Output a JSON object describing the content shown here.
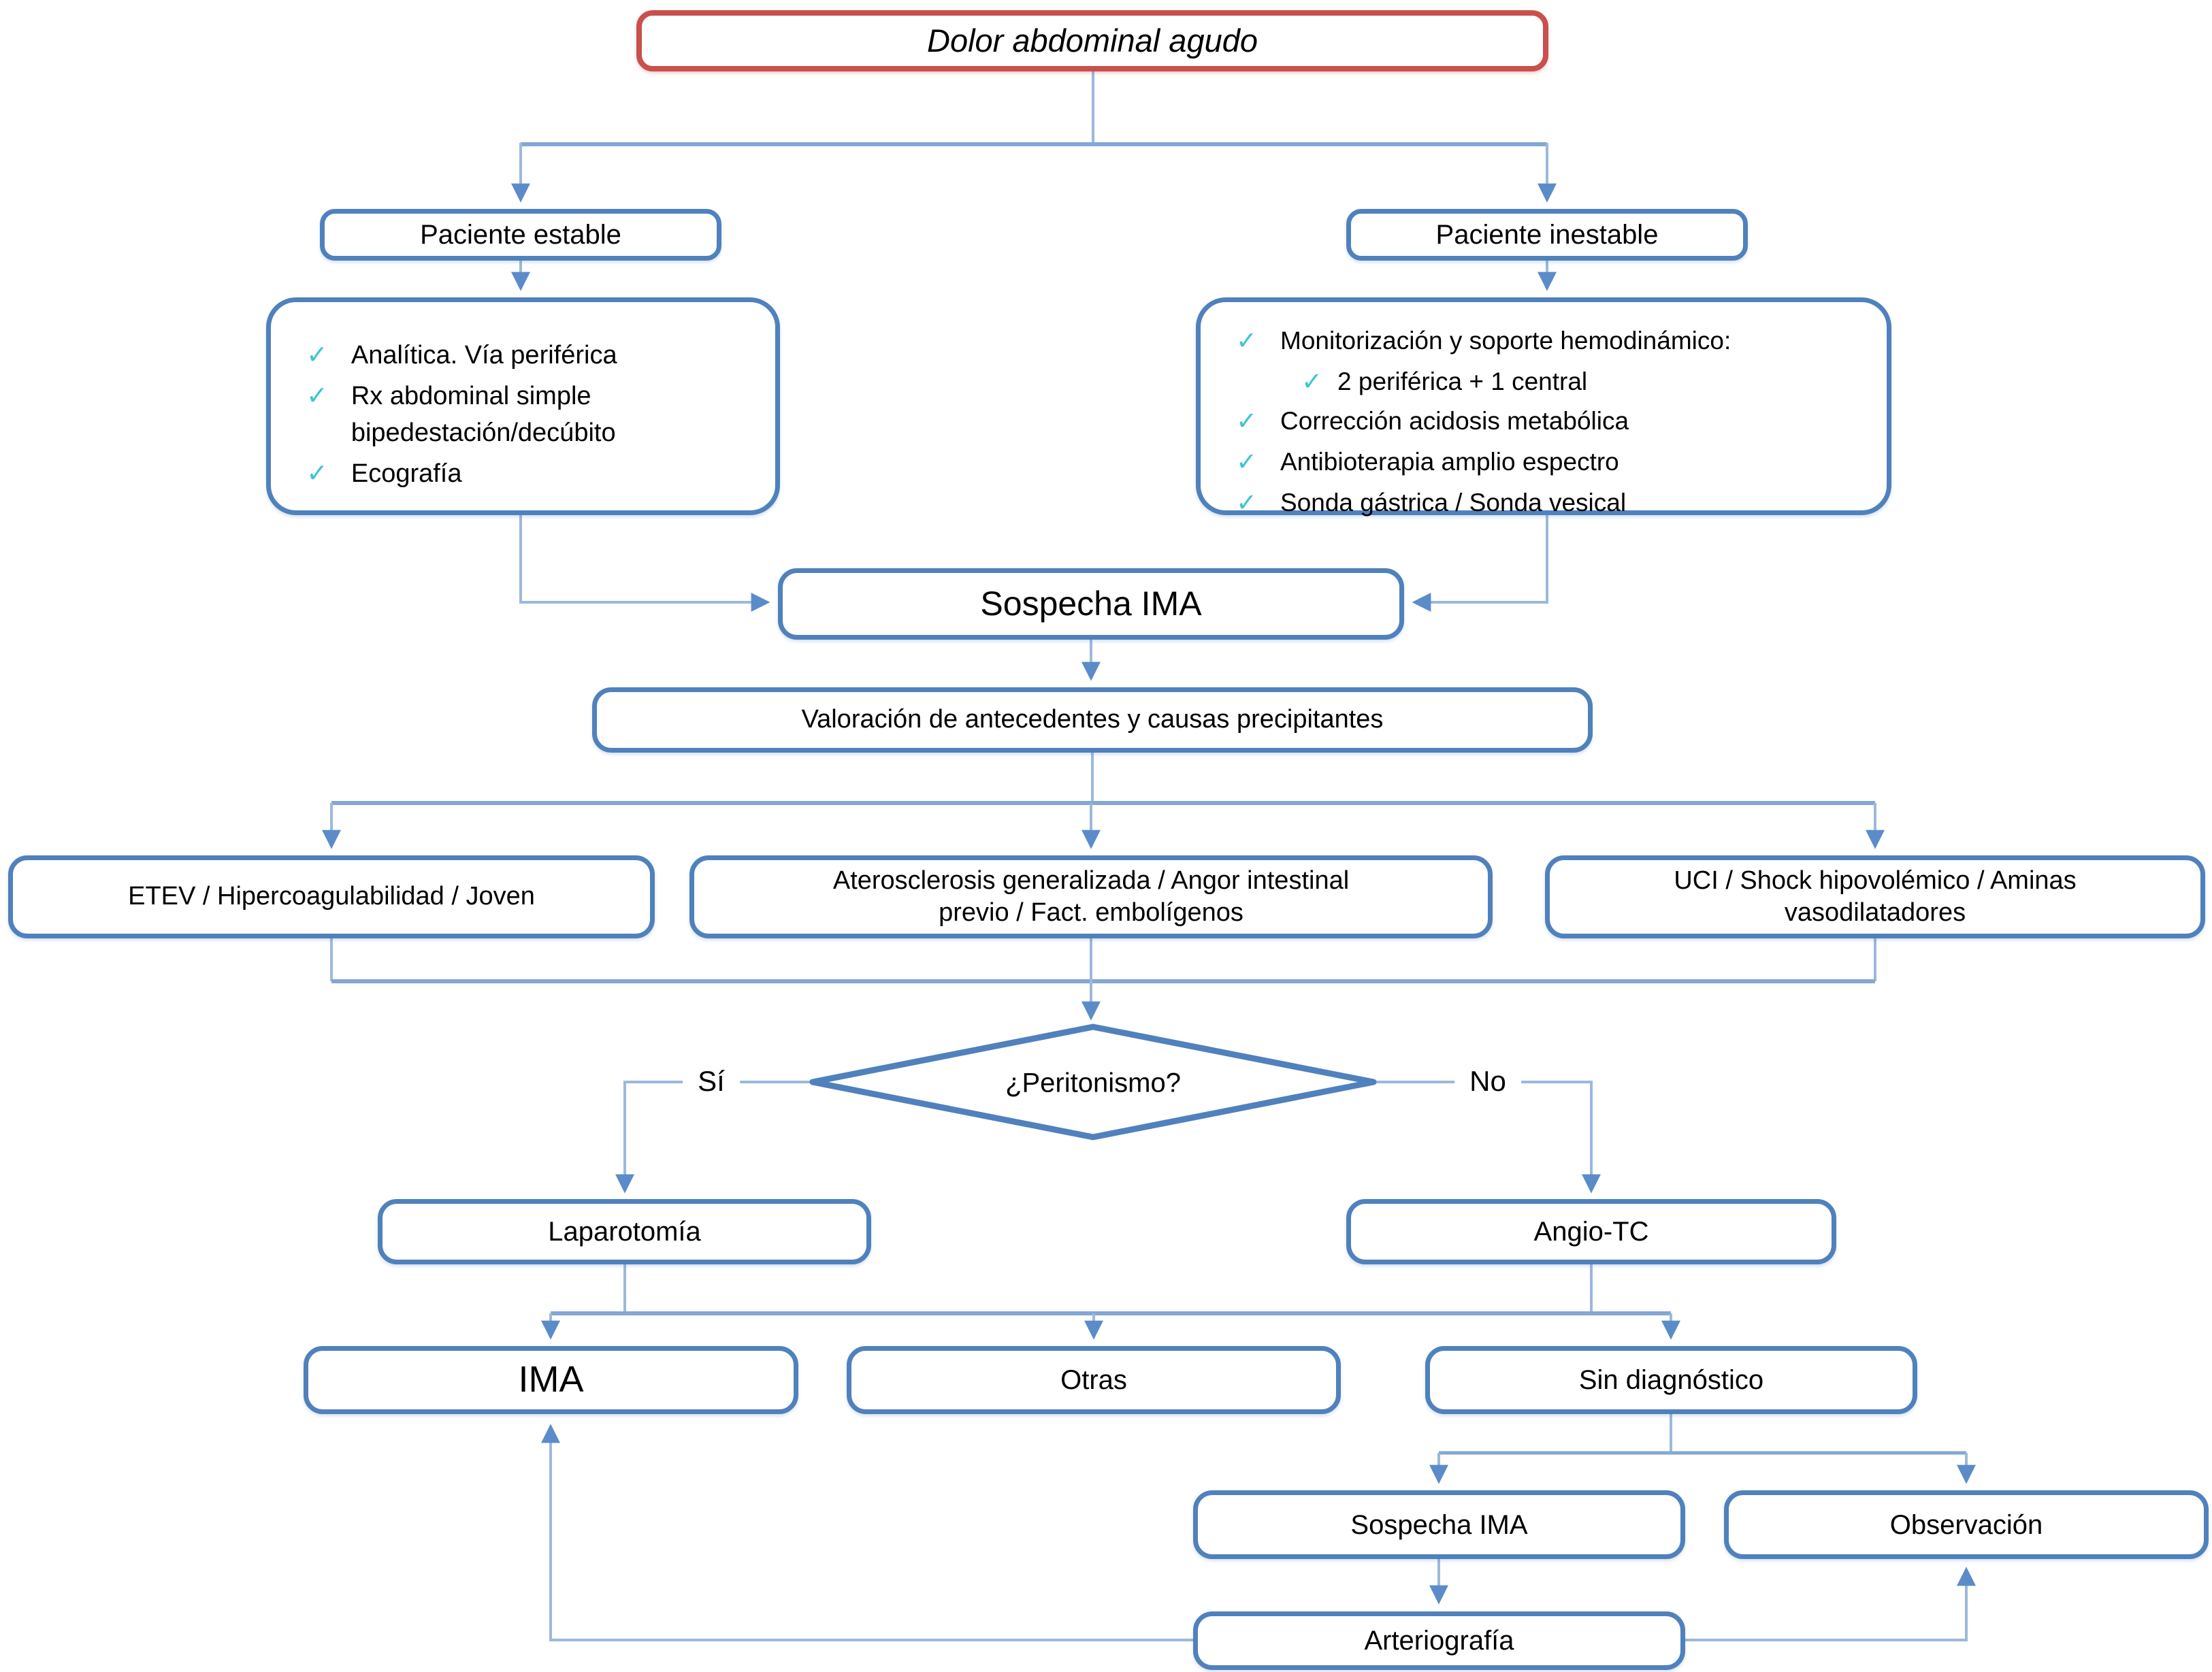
{
  "diagram": {
    "title": "Dolor abdominal agudo",
    "nodes": {
      "paciente_estable": "Paciente estable",
      "paciente_inestable": "Paciente inestable",
      "sospecha_ima": "Sospecha IMA",
      "valoracion": "Valoración de antecedentes y causas precipitantes",
      "rama_etev": "ETEV / Hipercoagulabilidad / Joven",
      "rama_aterosclerosis_l1": "Aterosclerosis generalizada / Angor intestinal",
      "rama_aterosclerosis_l2": "previo / Fact. embolígenos",
      "rama_uci_l1": "UCI / Shock hipovolémico / Aminas",
      "rama_uci_l2": "vasodilatadores",
      "decision_peritonismo": "¿Peritonismo?",
      "laparotomia": "Laparotomía",
      "angio_tc": "Angio-TC",
      "ima": "IMA",
      "otras": "Otras",
      "sin_diagnostico": "Sin diagnóstico",
      "sospecha_ima_2": "Sospecha IMA",
      "observacion": "Observación",
      "arteriografia": "Arteriografía"
    },
    "edge_labels": {
      "si": "Sí",
      "no": "No"
    },
    "check_glyph": "✓",
    "checklists": {
      "estable": {
        "items": [
          {
            "lines": [
              "Analítica. Vía periférica"
            ]
          },
          {
            "lines": [
              "Rx abdominal simple",
              "bipedestación/decúbito"
            ]
          },
          {
            "lines": [
              "Ecografía"
            ]
          }
        ]
      },
      "inestable": {
        "items": [
          {
            "lines": [
              "Monitorización y soporte hemodinámico:"
            ]
          },
          {
            "lines": [
              "2 periférica + 1 central"
            ]
          },
          {
            "lines": [
              "Corrección acidosis metabólica"
            ]
          },
          {
            "lines": [
              "Antibioterapia amplio espectro"
            ]
          },
          {
            "lines": [
              "Sonda gástrica / Sonda vesical"
            ]
          }
        ]
      }
    },
    "colors": {
      "node_border": "#4f81bd",
      "title_border": "#c9504c",
      "connector": "#9cb8dd",
      "connector_bar": "#84a7d3",
      "arrow": "#5b8cc9",
      "check": "#3ec6d0"
    }
  }
}
